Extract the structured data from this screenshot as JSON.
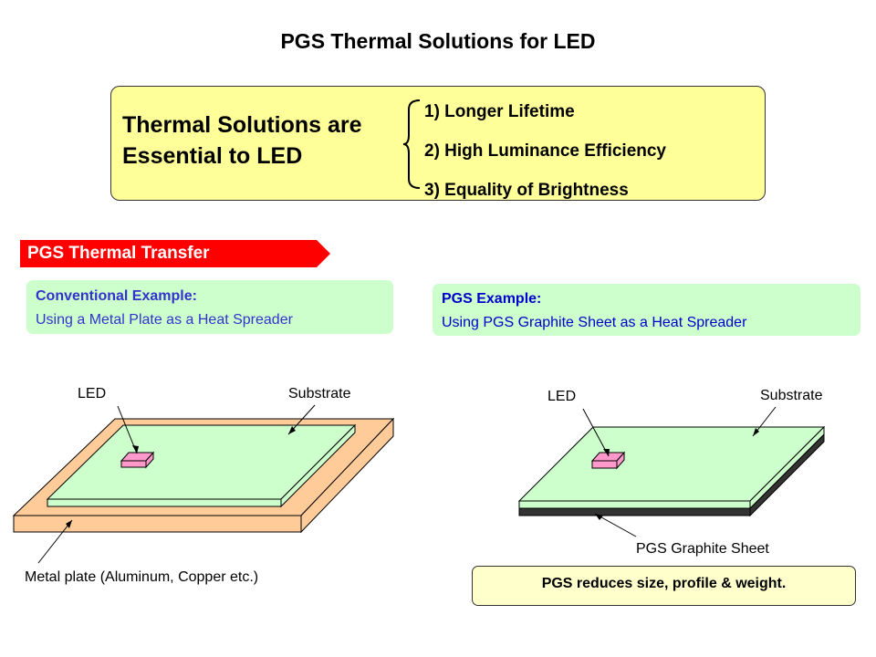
{
  "title": "PGS Thermal Solutions for LED",
  "main": {
    "heading_line1": "Thermal Solutions are",
    "heading_line2": "Essential to LED",
    "benefits": [
      "1) Longer Lifetime",
      "2) High Luminance Efficiency",
      "3) Equality of Brightness"
    ]
  },
  "banner": {
    "label": "PGS Thermal Transfer"
  },
  "conventional": {
    "title": "Conventional Example:",
    "subtitle": "Using a Metal Plate as a Heat Spreader",
    "labels": {
      "led": "LED",
      "substrate": "Substrate",
      "plate": "Metal plate (Aluminum,  Copper etc.)"
    }
  },
  "pgs": {
    "title": "PGS Example:",
    "subtitle": "Using PGS Graphite Sheet as a Heat Spreader",
    "labels": {
      "led": "LED",
      "substrate": "Substrate",
      "sheet": "PGS Graphite Sheet"
    }
  },
  "summary": "PGS reduces size, profile & weight.",
  "colors": {
    "banner": "#ff0000",
    "main_box": "#ffff99",
    "example_box": "#ccffcc",
    "example_text": "#3333cc",
    "substrate": "#ccffcc",
    "metal_plate": "#ffcc99",
    "led": "#ff99cc",
    "graphite": "#333333",
    "summary_box": "#ffffcc"
  }
}
